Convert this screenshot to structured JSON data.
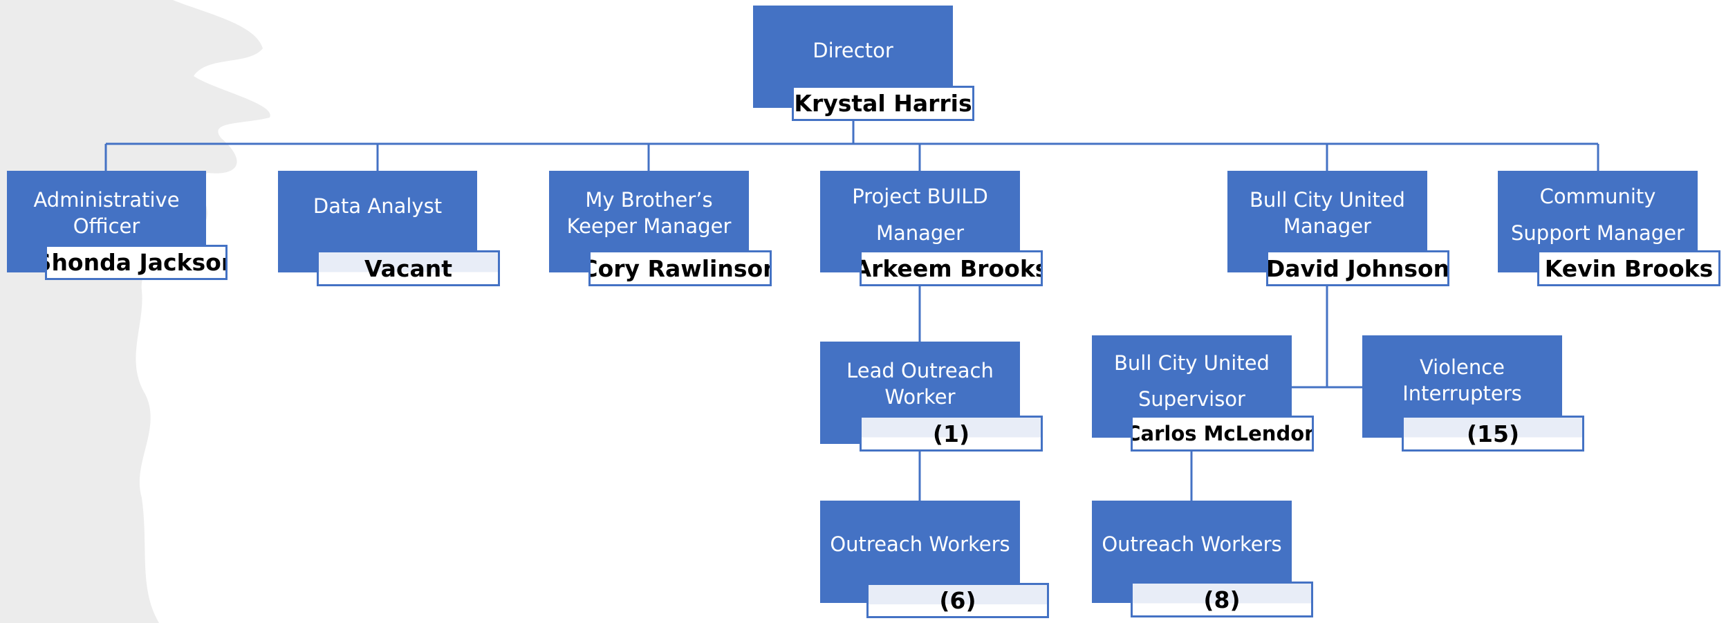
{
  "colors": {
    "box_fill": "#4472C4",
    "box_text": "#ffffff",
    "name_border": "#4472C4",
    "line": "#4472C4",
    "background_shape": "#ededed"
  },
  "director": {
    "title": "Director",
    "name": "Krystal Harris"
  },
  "direct_reports": [
    {
      "title": "Administrative Officer",
      "name": "Shonda Jackson"
    },
    {
      "title": "Data Analyst",
      "name": "Vacant"
    },
    {
      "title": "My Brother’s Keeper Manager",
      "name": "Cory Rawlinson"
    },
    {
      "title": "Project BUILD Manager",
      "name": "Arkeem Brooks"
    },
    {
      "title": "Bull City United Manager",
      "name": "David Johnson"
    },
    {
      "title": "Community Support Manager",
      "name": "Kevin Brooks"
    }
  ],
  "project_build": {
    "lead_outreach": {
      "title": "Lead Outreach Worker",
      "count": "(1)"
    },
    "outreach_workers": {
      "title": "Outreach Workers",
      "count": "(6)"
    }
  },
  "bull_city_united": {
    "supervisor": {
      "title": "Bull City United Supervisor",
      "name": "Carlos McLendon"
    },
    "violence_interrupters": {
      "title": "Violence Interrupters",
      "count": "(15)"
    },
    "outreach_workers": {
      "title": "Outreach Workers",
      "count": "(8)"
    }
  }
}
